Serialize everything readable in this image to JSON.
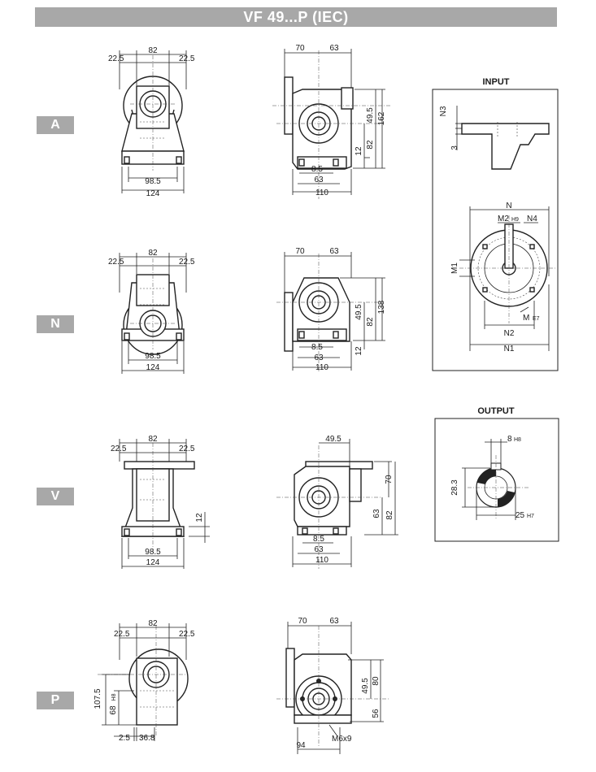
{
  "title": "VF 49...P (IEC)",
  "tags": {
    "a": "A",
    "n": "N",
    "v": "V",
    "p": "P"
  },
  "input_title": "INPUT",
  "output_title": "OUTPUT",
  "dims": {
    "d82": "82",
    "d22_5": "22.5",
    "d98_5": "98.5",
    "d124": "124",
    "d70": "70",
    "d63": "63",
    "d49_5": "49.5",
    "d162": "162",
    "d138": "138",
    "d12": "12",
    "d8_5": "8.5",
    "d110": "110",
    "d80": "80",
    "d56": "56",
    "d94": "94",
    "m6x9": "M6x9",
    "d107_5": "107.5",
    "d68": "68",
    "h8": "H8",
    "d2_5": "2.5",
    "d36_8": "36.8",
    "n3": "N3",
    "d3": "3",
    "n": "N",
    "m2": "M2",
    "h9": "H9",
    "n4": "N4",
    "m1": "M1",
    "m": "M",
    "e7": "E7",
    "n2": "N2",
    "n1": "N1",
    "d8": "8",
    "d28_3": "28.3",
    "d25": "25",
    "h7": "H7"
  }
}
